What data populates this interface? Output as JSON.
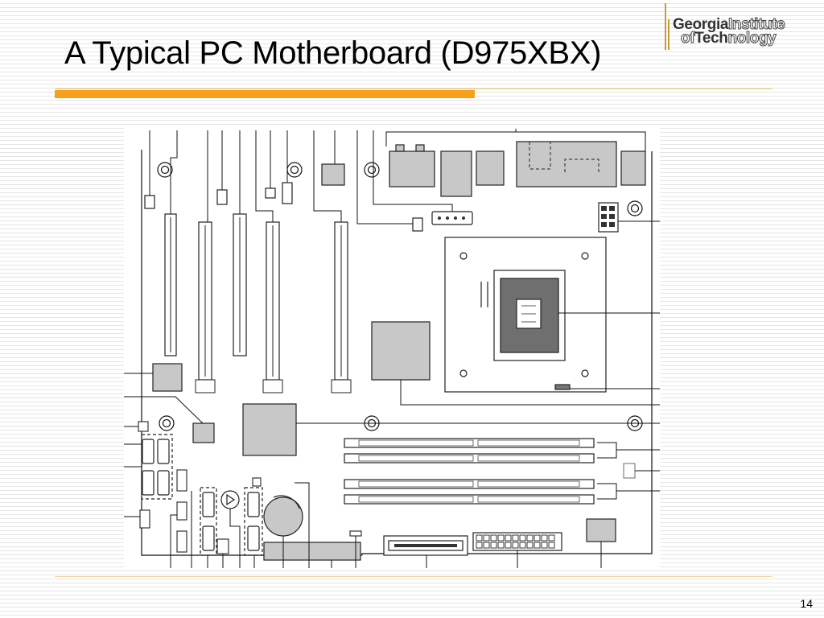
{
  "slide": {
    "title": "A Typical PC Motherboard (D975XBX)",
    "number": "14",
    "accent_color": "#f7a11a"
  },
  "logo": {
    "line1_strong": "Georgia",
    "line1_outline": "Institute",
    "line2_prefix": "of",
    "line2_strong": "Tech",
    "line2_outline": "nology"
  },
  "diagram": {
    "subject": "Intel D975XBX desktop board layout (callout lines without labels)",
    "components": [
      "pcie-x1-slot",
      "pcie-x16-slot",
      "pci-slot",
      "processor-socket",
      "dimm-slot",
      "mch-chip",
      "ich-chip",
      "sata-connector",
      "battery",
      "atx-power-connector",
      "rear-io-panel",
      "fan-header"
    ]
  }
}
